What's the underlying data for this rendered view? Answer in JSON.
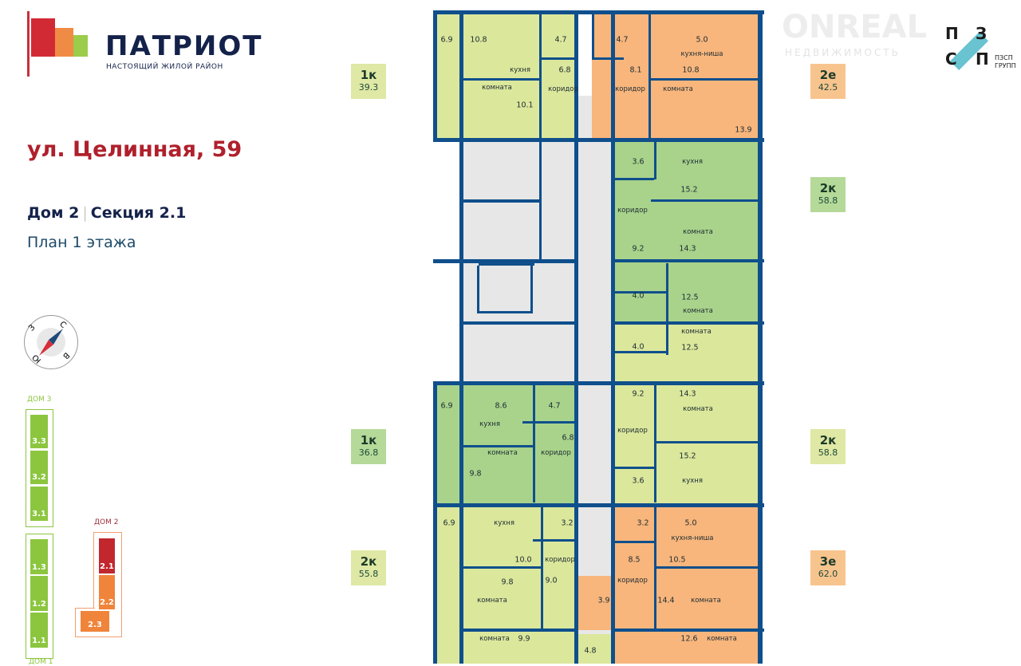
{
  "header": {
    "brand": "ПАТРИОТ",
    "tagline": "НАСТОЯЩИЙ ЖИЛОЙ РАЙОН",
    "developer_letters": [
      "П",
      "З",
      "С",
      "П"
    ],
    "developer_name_1": "ПЗСП",
    "developer_name_2": "ГРУПП",
    "watermark": "ONREAL",
    "watermark_sub": "НЕДВИЖИМОСТЬ"
  },
  "info": {
    "address": "ул. Целинная, 59",
    "house": "Дом 2",
    "section": "Секция 2.1",
    "plan": "План 1 этажа"
  },
  "compass": {
    "n": "С",
    "e": "В",
    "s": "Ю",
    "w": "З"
  },
  "site_map": {
    "dom3": {
      "label": "ДОМ 3",
      "sections": [
        "3.3",
        "3.2",
        "3.1"
      ]
    },
    "dom1": {
      "label": "ДОМ 1",
      "sections": [
        "1.3",
        "1.2",
        "1.1"
      ]
    },
    "dom2": {
      "label": "ДОМ 2",
      "sections": [
        "2.1",
        "2.2",
        "2.3"
      ]
    }
  },
  "colors": {
    "lime": "#dbe79b",
    "green": "#a9d38b",
    "orange": "#f8b67c",
    "grey": "#e7e7e7",
    "wall": "#0f4f8c",
    "badge_lime": "#dfe8a4",
    "badge_green": "#b4d998",
    "badge_orange": "#f8c48e",
    "dom_green": "#8cc63f",
    "dom_red": "#c1272d",
    "dom_orange": "#f0843a"
  },
  "apartments": [
    {
      "type": "1к",
      "area": "39.3",
      "labels": [
        "6.9",
        "10.8",
        "кухня",
        "комната",
        "10.1",
        "4.7",
        "6.8",
        "коридор"
      ]
    },
    {
      "type": "2е",
      "area": "42.5",
      "labels": [
        "4.7",
        "8.1",
        "коридор",
        "5.0",
        "кухня-ниша",
        "10.8",
        "комната",
        "13.9"
      ]
    },
    {
      "type": "2к",
      "area": "58.8",
      "labels": [
        "3.6",
        "кухня",
        "15.2",
        "коридор",
        "9.2",
        "комната",
        "14.3",
        "4.0",
        "12.5",
        "комната"
      ]
    },
    {
      "type": "2к",
      "area": "58.8",
      "labels": [
        "4.0",
        "комната",
        "12.5",
        "9.2",
        "коридор",
        "14.3",
        "комната",
        "15.2",
        "кухня",
        "3.6"
      ]
    },
    {
      "type": "1к",
      "area": "36.8",
      "labels": [
        "6.9",
        "8.6",
        "кухня",
        "комната",
        "9.8",
        "4.7",
        "6.8",
        "коридор"
      ]
    },
    {
      "type": "2к",
      "area": "55.8",
      "labels": [
        "6.9",
        "кухня",
        "10.0",
        "3.2",
        "коридор",
        "9.0",
        "9.8",
        "комната",
        "комната",
        "9.9",
        "4.8"
      ]
    },
    {
      "type": "3е",
      "area": "62.0",
      "labels": [
        "3.2",
        "5.0",
        "кухня-ниша",
        "8.5",
        "10.5",
        "коридор",
        "3.9",
        "14.4",
        "комната",
        "12.6",
        "комната"
      ]
    }
  ]
}
